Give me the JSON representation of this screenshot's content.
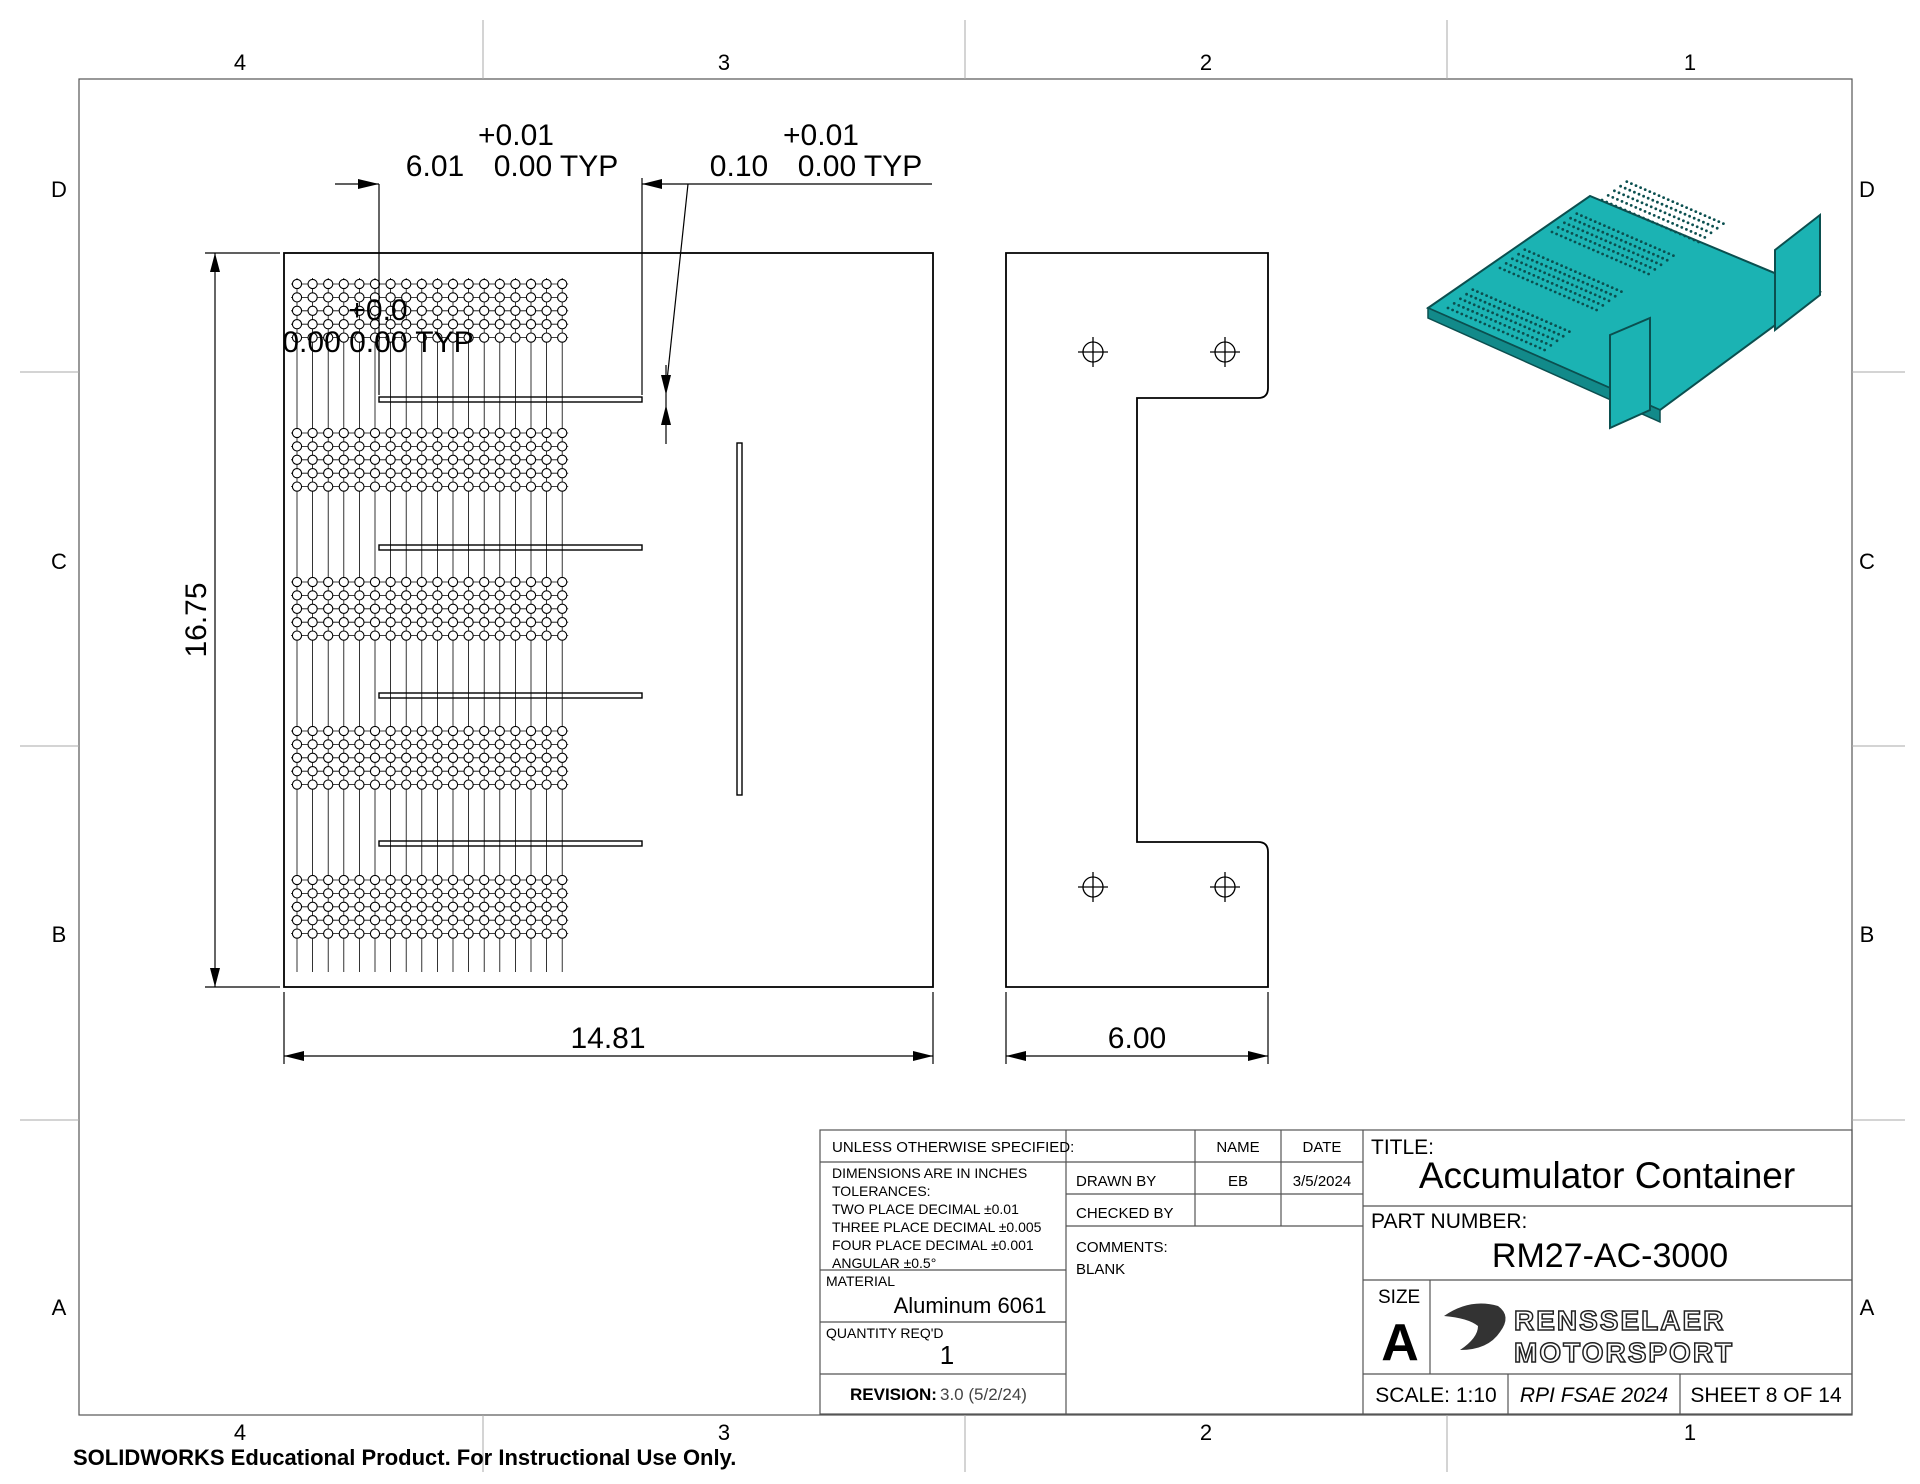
{
  "zones": {
    "columns": [
      "4",
      "3",
      "2",
      "1"
    ],
    "rows": [
      "D",
      "C",
      "B",
      "A"
    ]
  },
  "dimensions": {
    "slot_length_tol": "+0.01",
    "slot_length_value": "6.01",
    "slot_length_tol2": "0.00 TYP",
    "slot_width_tol": "+0.01",
    "slot_width_value": "0.10",
    "slot_width_tol2": "0.00 TYP",
    "overlap_tol": "+0.0",
    "overlap_text": "0.00 0.00 TYP",
    "height": "16.75",
    "width": "14.81",
    "side_width": "6.00"
  },
  "title_block": {
    "unless_specified": "UNLESS OTHERWISE SPECIFIED:",
    "name_header": "NAME",
    "date_header": "DATE",
    "dims_in_inches": "DIMENSIONS ARE IN INCHES",
    "tolerances": "TOLERANCES:",
    "two_place": "TWO PLACE DECIMAL  ±0.01",
    "three_place": "THREE PLACE DECIMAL  ±0.005",
    "four_place": "FOUR PLACE DECIMAL  ±0.001",
    "angular": "ANGULAR  ±0.5°",
    "drawn_by_label": "DRAWN BY",
    "drawn_by_name": "EB",
    "drawn_by_date": "3/5/2024",
    "checked_by_label": "CHECKED BY",
    "comments_label": "COMMENTS:",
    "comments_value": "BLANK",
    "material_label": "MATERIAL",
    "material_value": "Aluminum 6061",
    "quantity_label": "QUANTITY REQ'D",
    "quantity_value": "1",
    "revision_label": "REVISION:",
    "revision_value": "3.0 (5/2/24)",
    "title_label": "TITLE:",
    "title_value": "Accumulator Container",
    "part_number_label": "PART NUMBER:",
    "part_number_value": "RM27-AC-3000",
    "size_label": "SIZE",
    "size_value": "A",
    "logo_line1": "RENSSELAER",
    "logo_line2": "MOTORSPORT",
    "scale": "SCALE: 1:10",
    "org": "RPI FSAE 2024",
    "sheet": "SHEET 8 OF 14"
  },
  "footer": "SOLIDWORKS Educational Product. For Instructional Use Only.",
  "colors": {
    "line": "#000000",
    "iso_fill": "#1bb3b3",
    "iso_dark": "#0b4f4f"
  }
}
